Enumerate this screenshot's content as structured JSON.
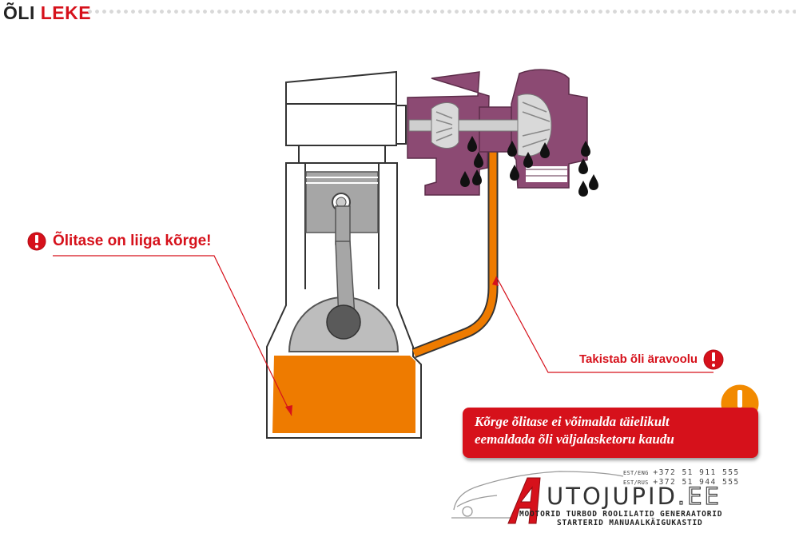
{
  "header": {
    "title_part1": "ÕLI",
    "title_part2": "LEKE"
  },
  "labels": {
    "level_warning": "Õlitase on liiga kõrge!",
    "drain_warning": "Takistab õli äravoolu"
  },
  "callout": {
    "line1": "Kõrge õlitase ei võimalda täielikult",
    "line2": "eemaldada õli väljalasketoru kaudu"
  },
  "contact": {
    "label1": "EST/ENG",
    "phone1": "+372 51 911 555",
    "label2": "EST/RUS",
    "phone2": "+372 51 944 555"
  },
  "brand": {
    "logo_letter": "A",
    "name": "UTOJUPID",
    "tld": ".EE",
    "tagline1": "MOOTORID TURBOD ROOLILATID GENERAATORID",
    "tagline2": "STARTERID MANUAALKÄIGUKASTID"
  },
  "colors": {
    "oil": "#ee7b00",
    "warning_red": "#d6111b",
    "turbo": "#8c4a73",
    "metal": "#a6a6a6"
  },
  "icons": [
    "exclamation-icon",
    "oil-drop-icon"
  ]
}
